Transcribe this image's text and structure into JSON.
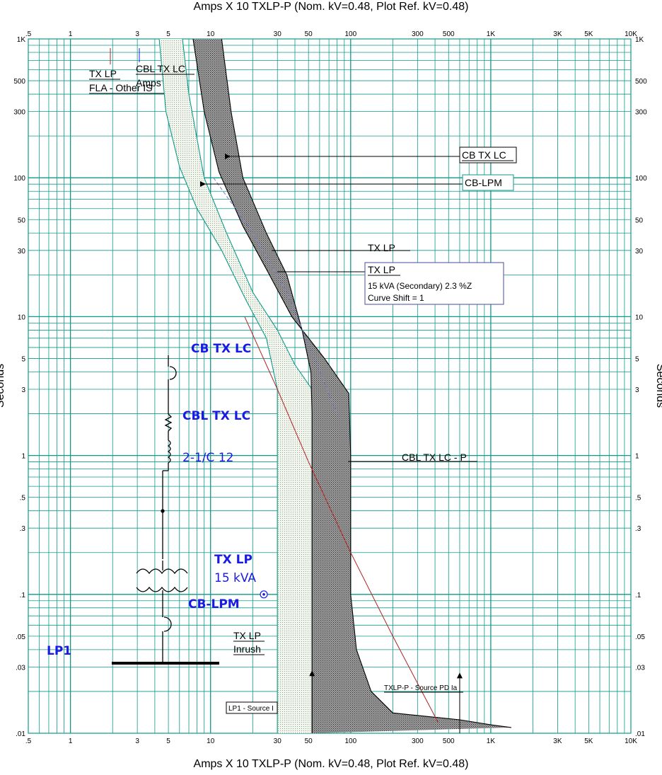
{
  "chart_data": {
    "type": "line",
    "title": "Amps  X  10   TXLP-P (Nom. kV=0.48, Plot Ref. kV=0.48)",
    "xlabel": "Amps  X  10   TXLP-P (Nom. kV=0.48, Plot Ref. kV=0.48)",
    "ylabel": "Seconds",
    "xscale": "log",
    "yscale": "log",
    "xlim": [
      0.5,
      10000
    ],
    "ylim": [
      0.01,
      1000
    ],
    "grid": true,
    "x_tick_labels": [
      ".5",
      "1",
      "3",
      "5",
      "10",
      "30",
      "50",
      "100",
      "300",
      "500",
      "1K",
      "3K",
      "5K",
      "10K"
    ],
    "x_tick_values": [
      0.5,
      1,
      3,
      5,
      10,
      30,
      50,
      100,
      300,
      500,
      1000,
      3000,
      5000,
      10000
    ],
    "y_tick_labels": [
      "1K",
      "500",
      "300",
      "100",
      "50",
      "30",
      "10",
      "5",
      "3",
      "1",
      ".5",
      ".3",
      ".1",
      ".05",
      ".03",
      ".01"
    ],
    "y_tick_values": [
      1000,
      500,
      300,
      100,
      50,
      30,
      10,
      5,
      3,
      1,
      0.5,
      0.3,
      0.1,
      0.05,
      0.03,
      0.01
    ],
    "series": [
      {
        "name": "CB TX LC",
        "color": "#000000",
        "fill": "#8a8a8a",
        "left": [
          [
            12,
            1000
          ],
          [
            14,
            300
          ],
          [
            17,
            100
          ],
          [
            25,
            40
          ],
          [
            35,
            20
          ],
          [
            45,
            8
          ],
          [
            52,
            4
          ],
          [
            53,
            2
          ],
          [
            53,
            1
          ],
          [
            53,
            0.5
          ],
          [
            53,
            0.1
          ],
          [
            53,
            0.05
          ],
          [
            53,
            0.01
          ]
        ],
        "right": [
          [
            7.5,
            1000
          ],
          [
            9,
            300
          ],
          [
            11.5,
            110
          ],
          [
            17,
            45
          ],
          [
            25,
            22
          ],
          [
            38,
            10
          ],
          [
            65,
            5
          ],
          [
            97,
            2.8
          ],
          [
            100,
            1
          ],
          [
            100,
            0.1
          ],
          [
            110,
            0.04
          ],
          [
            140,
            0.02
          ],
          [
            200,
            0.014
          ],
          [
            600,
            0.0125
          ],
          [
            1000,
            0.0115
          ],
          [
            1400,
            0.011
          ]
        ]
      },
      {
        "name": "CB-LPM",
        "color": "#0f9a8a",
        "fill": "#e3efe0",
        "left": [
          [
            4.3,
            1000
          ],
          [
            4.8,
            300
          ],
          [
            6,
            120
          ],
          [
            8,
            60
          ],
          [
            12,
            30
          ],
          [
            18,
            13
          ],
          [
            25,
            7
          ],
          [
            30,
            3
          ],
          [
            30,
            1
          ],
          [
            30,
            0.1
          ],
          [
            30,
            0.01
          ]
        ],
        "right": [
          [
            6.3,
            1000
          ],
          [
            7,
            400
          ],
          [
            9,
            100
          ],
          [
            13,
            40
          ],
          [
            20,
            15
          ],
          [
            30,
            8
          ],
          [
            40,
            4.5
          ],
          [
            53,
            3
          ],
          [
            53,
            0.01
          ]
        ]
      },
      {
        "name": "TX LP",
        "color": "#7b7bd0",
        "dashed": true,
        "points": [
          [
            10.5,
            100
          ],
          [
            20,
            40
          ],
          [
            35,
            15
          ],
          [
            55,
            5
          ],
          [
            80,
            2
          ]
        ]
      },
      {
        "name": "TXLP-P - Source PD Ia",
        "color": "#b22222",
        "points": [
          [
            17.5,
            10
          ],
          [
            30,
            3
          ],
          [
            50,
            0.9
          ],
          [
            100,
            0.2
          ],
          [
            200,
            0.05
          ],
          [
            420,
            0.012
          ]
        ]
      }
    ],
    "markers": [
      {
        "name": "TX LP Inrush",
        "x": 24,
        "y": 0.1
      }
    ],
    "arrows": [
      {
        "x": 53,
        "y_from": 0.01,
        "y_to": 0.028
      },
      {
        "x": 600,
        "y_from": 0.01,
        "y_to": 0.027
      }
    ],
    "annotations": {
      "fla": {
        "line1": "TX LP",
        "line2": "FLA - Other IS"
      },
      "cbl_amps": {
        "line1": "CBL TX LC",
        "line2": "Amps"
      },
      "cb_tx_lc": "CB TX LC",
      "cb_lpm": "CB-LPM",
      "tx_lp_a": "TX LP",
      "tx_lp_box": {
        "line1": "TX LP",
        "line2": "15 kVA (Secondary)  2.3 %Z",
        "line3": "Curve Shift = 1"
      },
      "cbl_p": "CBL TX LC - P",
      "inrush": {
        "line1": "TX LP",
        "line2": "Inrush"
      },
      "lp1_source": "LP1 - Source I",
      "txlp_source": "TXLP-P - Source PD Ia"
    },
    "one_line": {
      "cb_tx_lc": "CB TX LC",
      "cbl_tx_lc": "CBL TX LC",
      "cable": "2-1/C 12",
      "tx_lp": "TX LP",
      "tx_kva": "15 kVA",
      "cb_lpm": "CB-LPM",
      "lp1": "LP1"
    }
  }
}
